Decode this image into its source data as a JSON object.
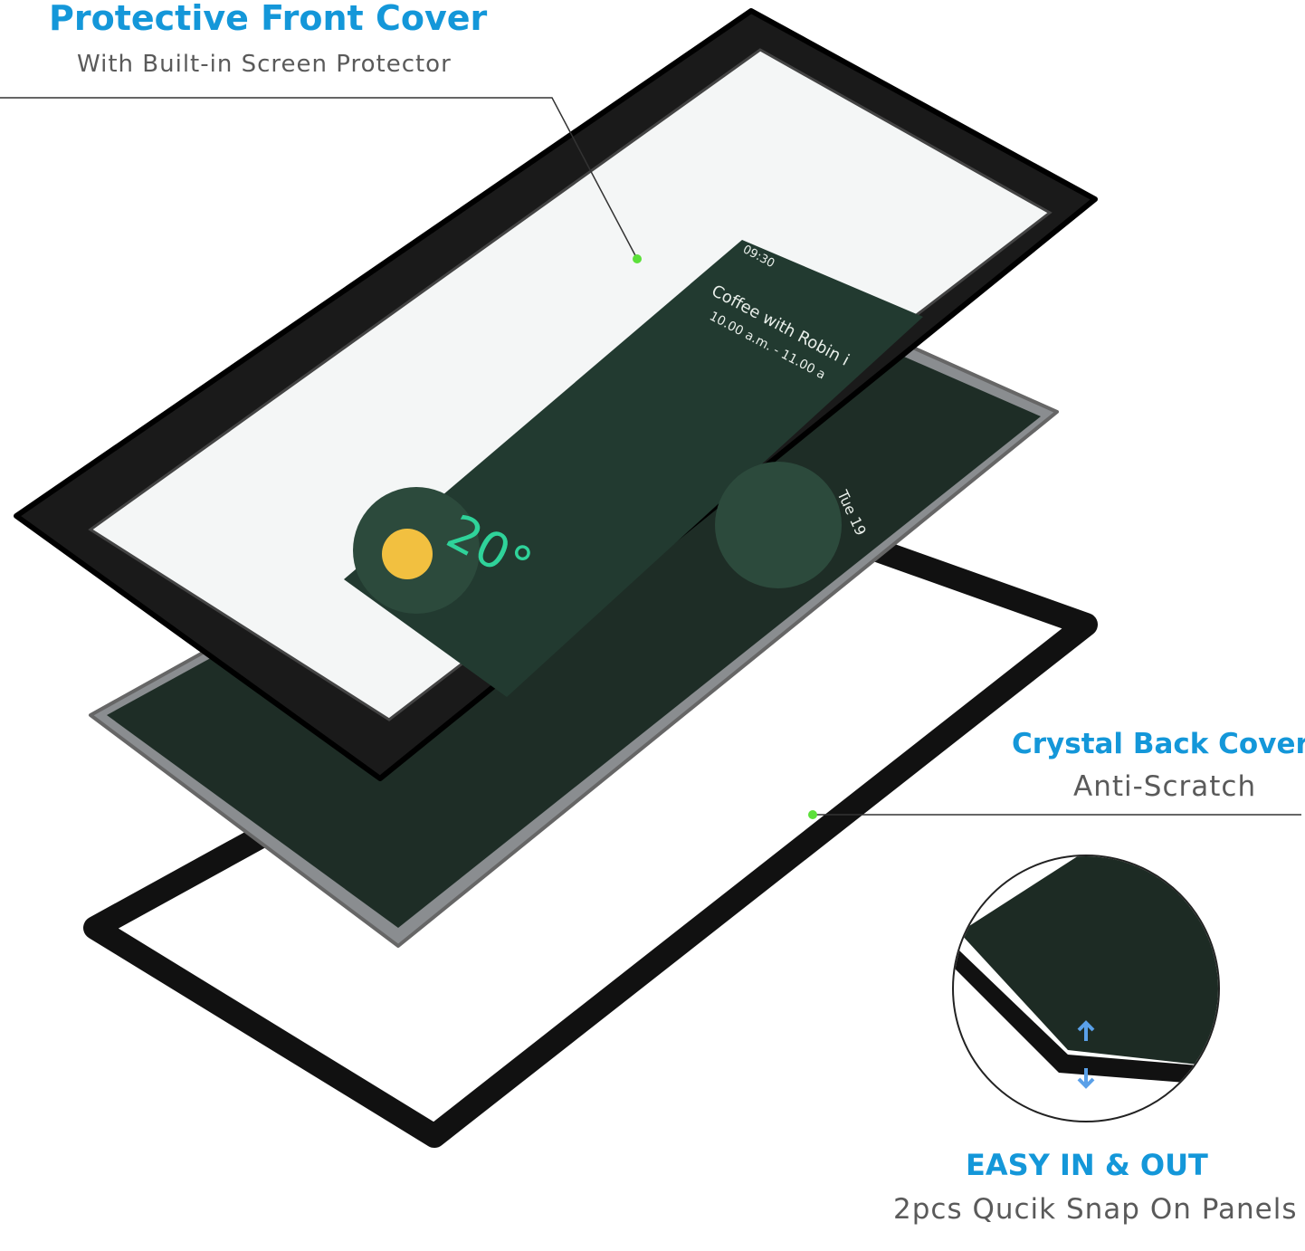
{
  "callouts": {
    "front": {
      "title": "Protective Front Cover",
      "subtitle": "With Built-in Screen Protector"
    },
    "back": {
      "title": "Crystal Back Cover",
      "subtitle": "Anti-Scratch"
    },
    "easy": {
      "title": "EASY IN & OUT",
      "subtitle": "2pcs Qucik Snap On Panels"
    }
  },
  "phone_screen": {
    "time": "09:30",
    "event": "Coffee with Robin i",
    "event_time": "10.00 a.m. - 11.00 a",
    "temperature": "20°",
    "date": "Tue 19"
  },
  "colors": {
    "accent": "#1497d9",
    "screen_green": "#2fd39a",
    "pointer_dot": "#5ce03a"
  }
}
